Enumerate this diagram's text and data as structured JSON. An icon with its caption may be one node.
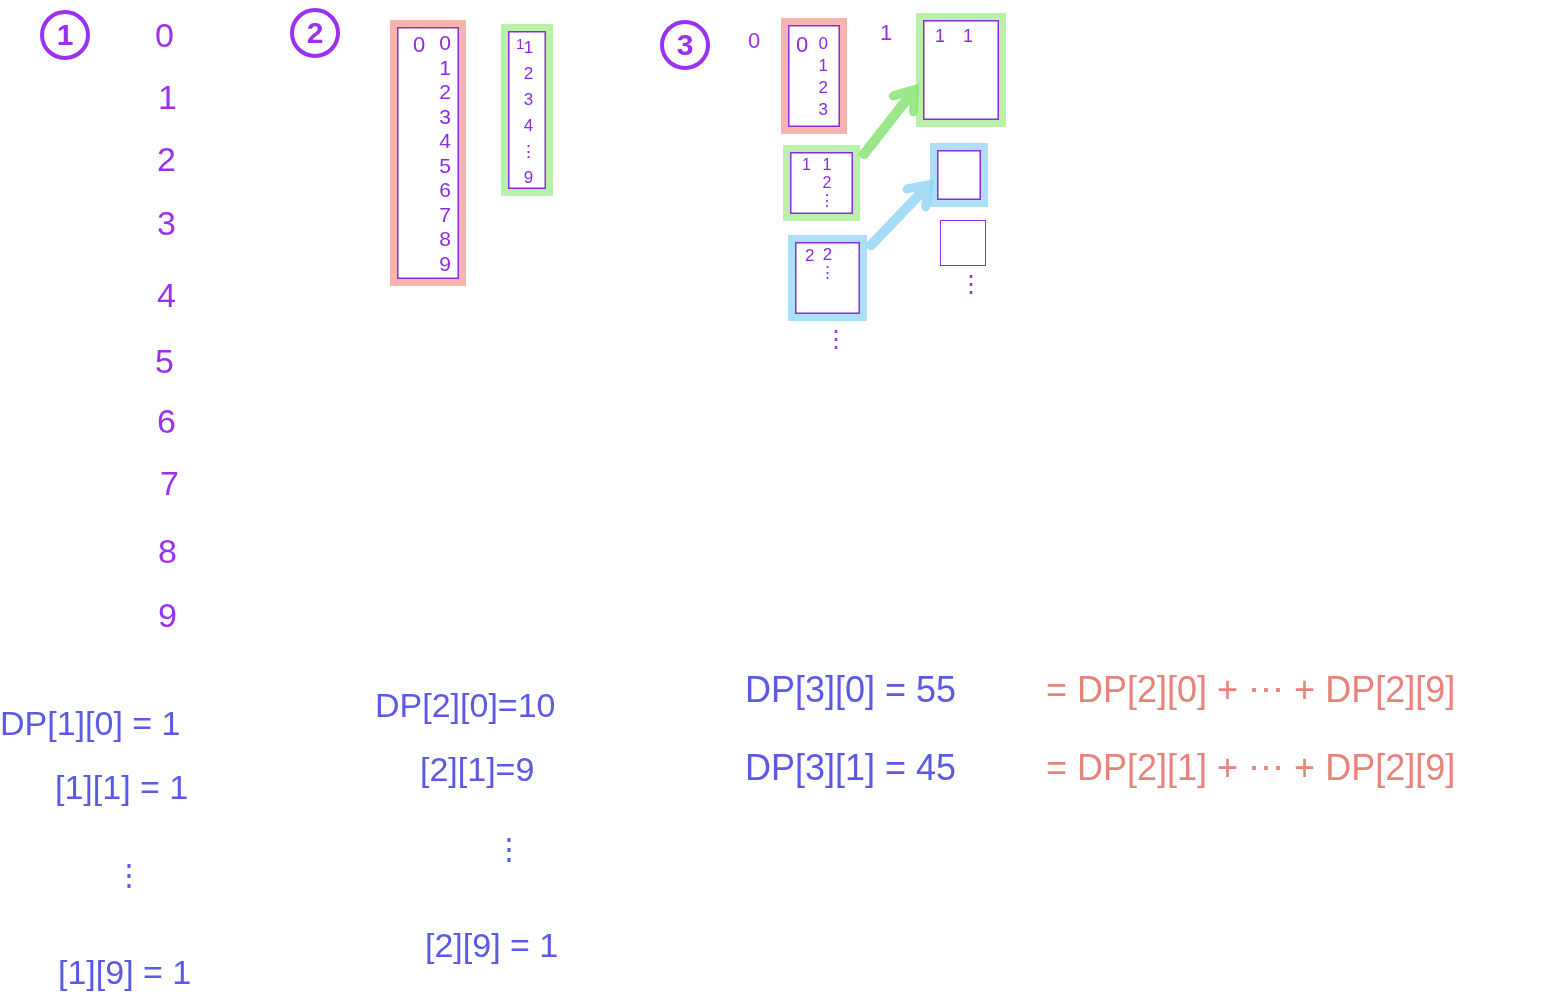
{
  "diagram": {
    "nodes": [
      {
        "text": [
          "0",
          "0 1 2 3 4 5 6 7 8 9"
        ]
      },
      {
        "text": [
          "1",
          "1 2 3 4 ⋮ 9"
        ]
      },
      {
        "text": [
          "0",
          "0 1 2 3"
        ]
      },
      {
        "text": [
          "1",
          "1 2 ⋮"
        ]
      },
      {
        "text": [
          "2",
          "2 ⋮"
        ],
        "beside": [
          "⋮"
        ]
      },
      {
        "text": [
          "1",
          "1"
        ]
      },
      {
        "text": [],
        "shape": "box"
      },
      {
        "text": [],
        "shape": "box",
        "beside": [
          "⋮"
        ]
      }
    ],
    "edges": [
      {
        "from": 3,
        "to": 5,
        "arrow": "to",
        "color": "#9be88a"
      },
      {
        "from": 4,
        "to": 6,
        "arrow": "to",
        "color": "#a6dcf5"
      }
    ],
    "labels": [
      "1",
      "0",
      "1",
      "2",
      "3",
      "4",
      "5",
      "6",
      "7",
      "8",
      "9",
      "2",
      "3",
      "0",
      "1",
      "DP[1][0] = 1",
      "[1][1] = 1",
      "⋮",
      "[1][9] = 1",
      "DP[2][0]=10",
      "[2][1]=9",
      "⋮",
      "[2][9] = 1",
      "DP[3][0] = 55",
      "= DP[2][0] + ⋯ + DP[2][9]",
      "DP[3][1] = 45",
      "= DP[2][1] + ⋯ + DP[2][9]"
    ]
  }
}
